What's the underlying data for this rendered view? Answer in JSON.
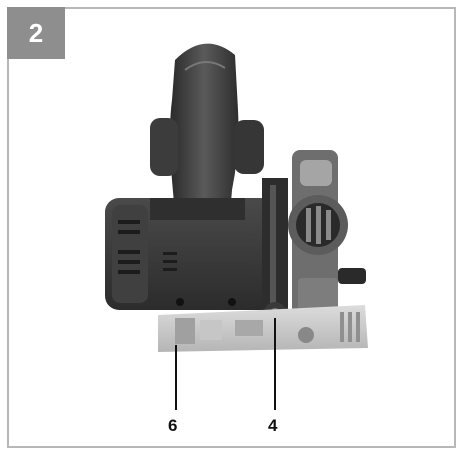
{
  "figure": {
    "number": "2",
    "callouts": [
      {
        "id": "6",
        "label": "6"
      },
      {
        "id": "4",
        "label": "4"
      }
    ]
  },
  "colors": {
    "frame": "#b8b8b8",
    "badge": "#8e8e8e",
    "tool_body": "#3a3a3a",
    "base_plate": "#cfcfcf"
  }
}
